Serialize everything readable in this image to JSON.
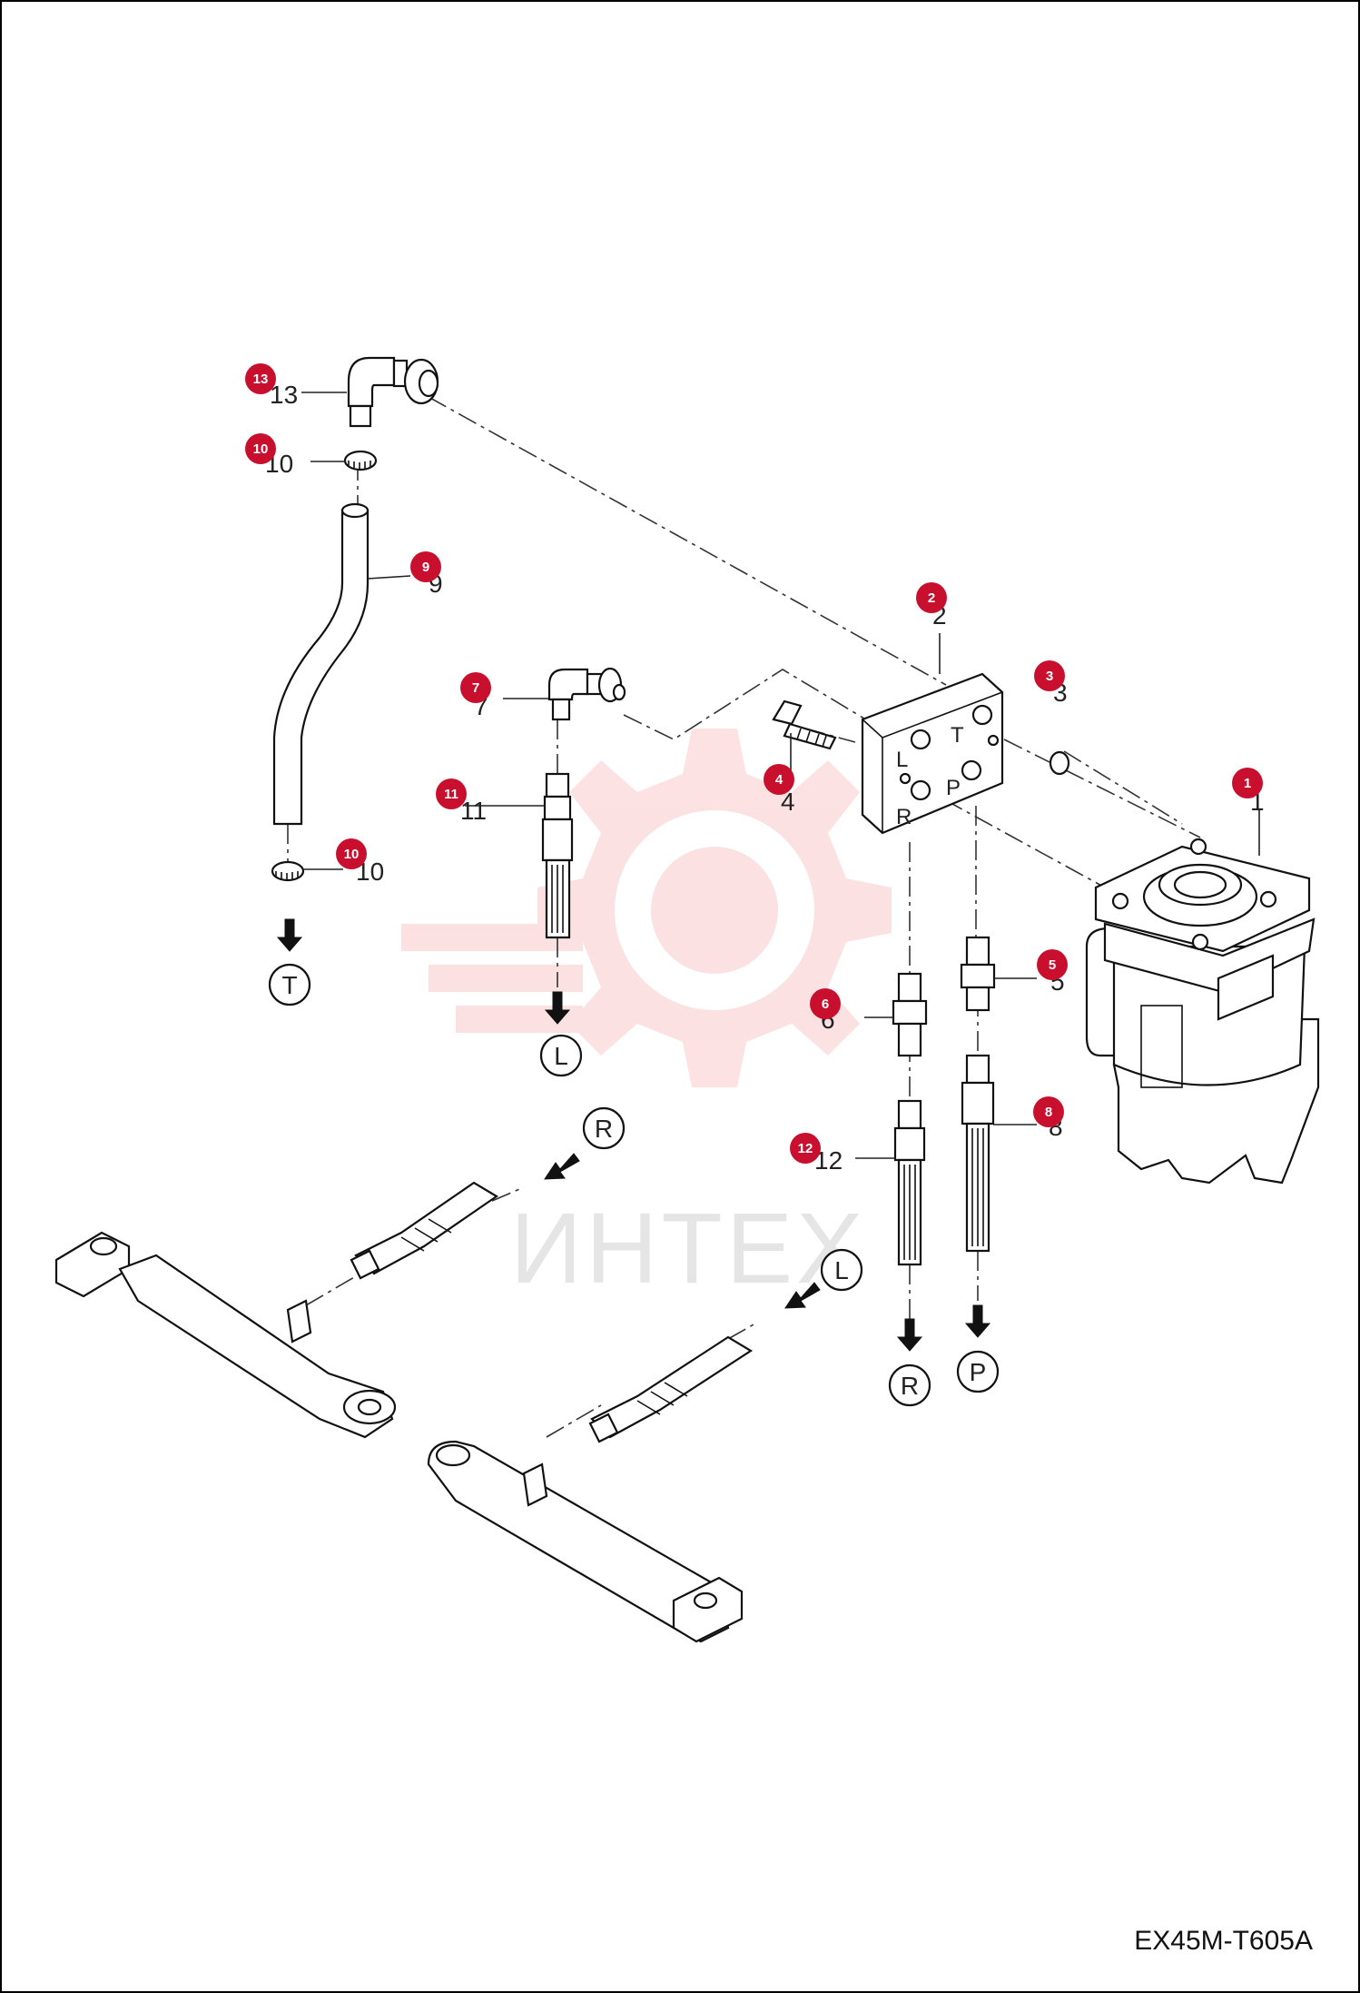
{
  "watermark": {
    "text": "ИНТЕХ",
    "color": "#e8202a"
  },
  "doc_code": "EX45M-T605A",
  "accent_color": "#c8102e",
  "callouts": [
    {
      "label": "13"
    },
    {
      "label": "10"
    },
    {
      "label": "9"
    },
    {
      "label": "2"
    },
    {
      "label": "3"
    },
    {
      "label": "7"
    },
    {
      "label": "4"
    },
    {
      "label": "11"
    },
    {
      "label": "1"
    },
    {
      "label": "10"
    },
    {
      "label": "5"
    },
    {
      "label": "6"
    },
    {
      "label": "8"
    },
    {
      "label": "12"
    }
  ],
  "part_numbers": [
    {
      "label": "13"
    },
    {
      "label": "10"
    },
    {
      "label": "9"
    },
    {
      "label": "2"
    },
    {
      "label": "3"
    },
    {
      "label": "7"
    },
    {
      "label": "4"
    },
    {
      "label": "11"
    },
    {
      "label": "1"
    },
    {
      "label": "10"
    },
    {
      "label": "5"
    },
    {
      "label": "6"
    },
    {
      "label": "8"
    },
    {
      "label": "12"
    }
  ],
  "block_ports": [
    "L",
    "T",
    "R",
    "P"
  ],
  "flow_markers": [
    {
      "label": "T"
    },
    {
      "label": "L"
    },
    {
      "label": "R"
    },
    {
      "label": "L"
    },
    {
      "label": "R"
    },
    {
      "label": "P"
    }
  ]
}
